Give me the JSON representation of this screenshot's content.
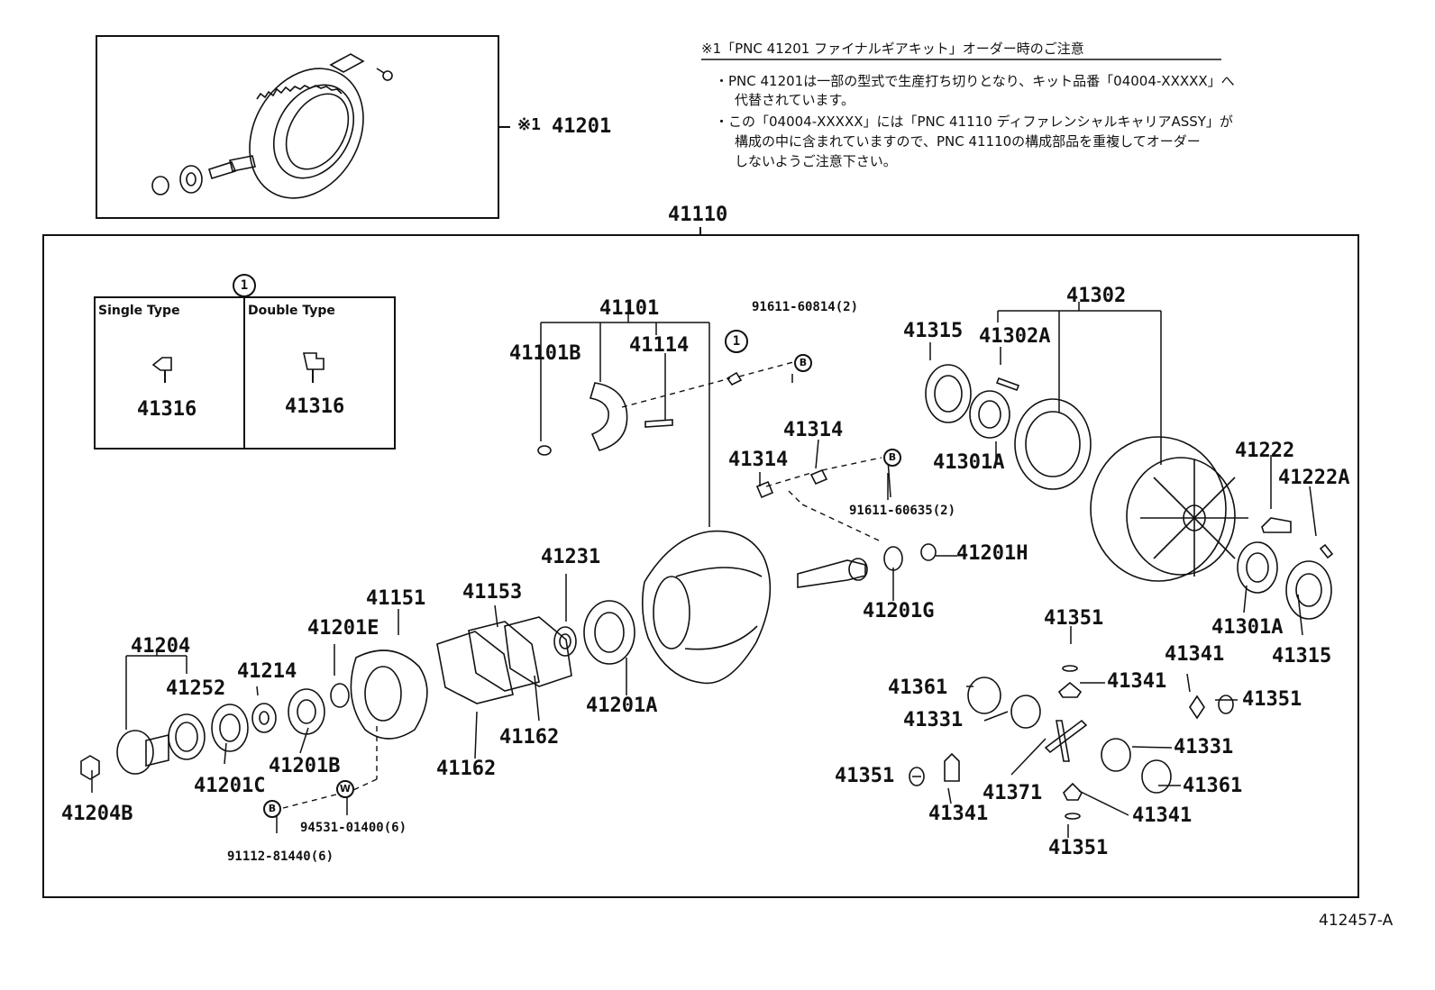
{
  "top_box": {
    "part": "41201",
    "mark": "※1"
  },
  "notes": {
    "title": "※1「PNC 41201 ファイナルギアキット」オーダー時のご注意",
    "line1": "・PNC 41201は一部の型式で生産打ち切りとなり、キット品番「04004-XXXXX」へ",
    "line2": "代替されています。",
    "line3": "・この「04004-XXXXX」には「PNC 41110 ディファレンシャルキャリアASSY」が",
    "line4": "構成の中に含まれていますので、PNC 41110の構成部品を重複してオーダー",
    "line5": "しないようご注意下さい。"
  },
  "main_assembly": "41110",
  "type_box": {
    "ref_mark": "1",
    "single_label": "Single Type",
    "double_label": "Double Type",
    "single_part": "41316",
    "double_part": "41316"
  },
  "labels": {
    "p41101": "41101",
    "p41101B": "41101B",
    "p41114": "41114",
    "ref1": "1",
    "b91611_60814": "91611-60814(2)",
    "p41302": "41302",
    "p41315a": "41315",
    "p41302A": "41302A",
    "p41301Aa": "41301A",
    "p41314a": "41314",
    "p41314b": "41314",
    "b91611_60635": "91611-60635(2)",
    "p41222": "41222",
    "p41222A": "41222A",
    "p41201H": "41201H",
    "p41201G": "41201G",
    "p41231": "41231",
    "p41153": "41153",
    "p41151": "41151",
    "p41201E": "41201E",
    "p41214": "41214",
    "p41204": "41204",
    "p41252": "41252",
    "p41201A": "41201A",
    "p41162a": "41162",
    "p41162b": "41162",
    "p41201B": "41201B",
    "p41201C": "41201C",
    "p41204B": "41204B",
    "b94531": "94531-01400(6)",
    "b91112": "91112-81440(6)",
    "p41301Ab": "41301A",
    "p41315b": "41315",
    "p41351a": "41351",
    "p41341a": "41341",
    "p41361a": "41361",
    "p41331a": "41331",
    "p41341b": "41341",
    "p41351b": "41351",
    "p41331b": "41331",
    "p41351c": "41351",
    "p41341c": "41341",
    "p41371": "41371",
    "p41361b": "41361",
    "p41341d": "41341",
    "p41351d": "41351"
  },
  "badges": {
    "b": "B",
    "w": "W"
  },
  "figure_id": "412457-A"
}
